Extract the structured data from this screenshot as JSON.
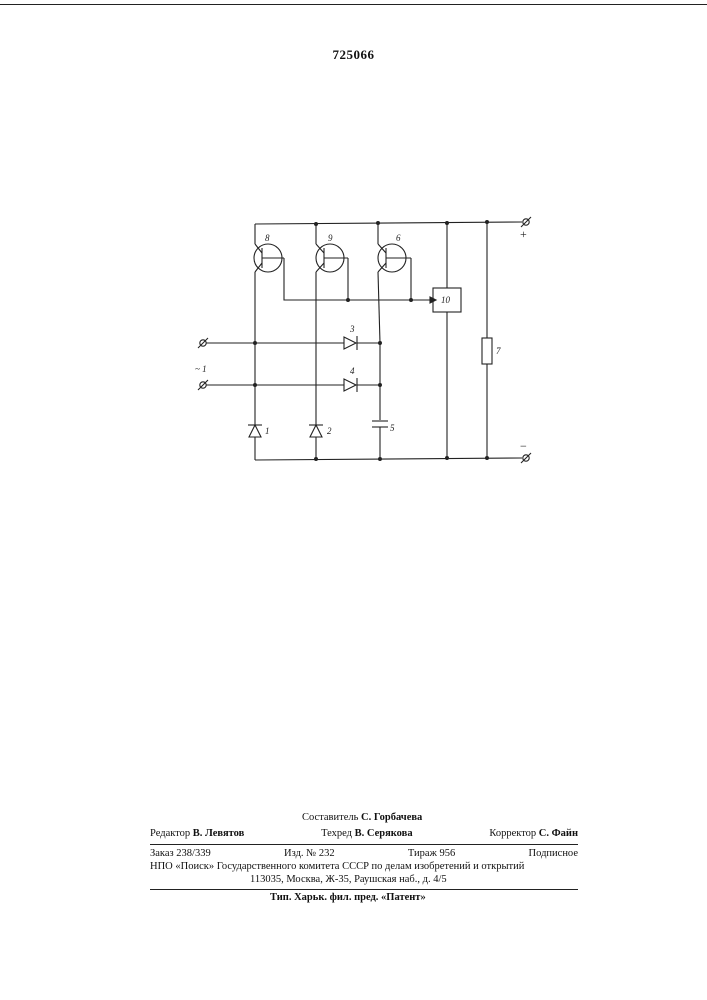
{
  "header": {
    "patent_number": "725066"
  },
  "schematic": {
    "labels": {
      "transistor_8": "8",
      "transistor_9": "9",
      "transistor_6": "6",
      "block_10": "10",
      "diode_3": "3",
      "diode_4": "4",
      "diode_1": "1",
      "diode_2": "2",
      "capacitor_5": "5",
      "resistor_7": "7",
      "ac_input": "~ 1",
      "plus_terminal": "+",
      "minus_terminal": "−"
    }
  },
  "imprint": {
    "compiler_label": "Составитель",
    "compiler_name": "С. Горбачева",
    "editor_label": "Редактор",
    "editor_name": "В. Левятов",
    "techred_label": "Техред",
    "techred_name": "В. Серякова",
    "corrector_label": "Корректор",
    "corrector_name": "С. Файн",
    "order": "Заказ 238/339",
    "edition": "Изд. № 232",
    "circulation": "Тираж 956",
    "subscription": "Подписное",
    "org_line": "НПО «Поиск» Государственного комитета СССР по делам изобретений и открытий",
    "address_line": "113035, Москва, Ж-35, Раушская наб., д. 4/5",
    "printer_line": "Тип. Харьк. фил. пред. «Патент»"
  }
}
